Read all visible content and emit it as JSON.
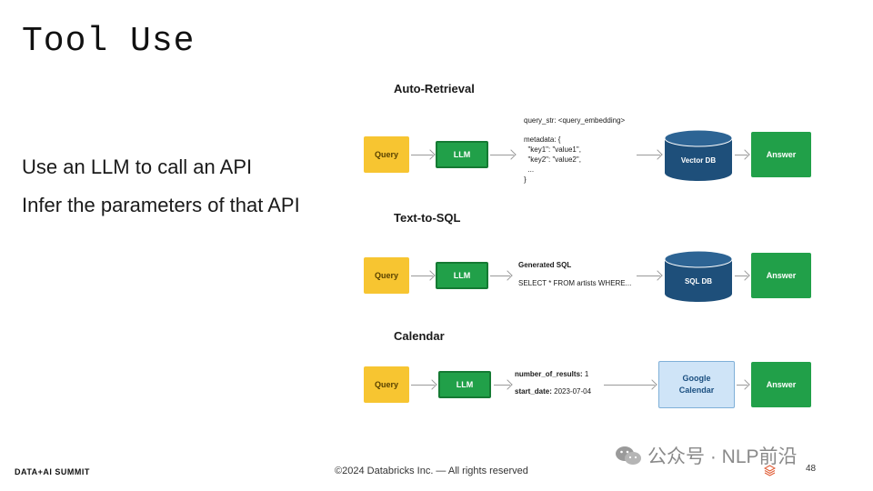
{
  "slide": {
    "title": "Tool Use",
    "bullets": [
      "Use an LLM to call an API",
      "Infer the parameters of that API"
    ]
  },
  "sections": {
    "auto_retrieval": {
      "title": "Auto-Retrieval",
      "query": "Query",
      "llm": "LLM",
      "lines": [
        "query_str: <query_embedding>",
        "metadata: {",
        "  \"key1\": \"value1\",",
        "  \"key2\": \"value2\",",
        "  ...",
        "}"
      ],
      "target": "Vector DB",
      "answer": "Answer"
    },
    "text_to_sql": {
      "title": "Text-to-SQL",
      "query": "Query",
      "llm": "LLM",
      "lines": [
        "Generated SQL",
        "SELECT * FROM artists WHERE..."
      ],
      "target": "SQL DB",
      "answer": "Answer"
    },
    "calendar": {
      "title": "Calendar",
      "query": "Query",
      "llm": "LLM",
      "param1_key": "number_of_results:",
      "param1_val": "1",
      "param2_key": "start_date:",
      "param2_val": "2023-07-04",
      "target_line1": "Google",
      "target_line2": "Calendar",
      "answer": "Answer"
    }
  },
  "footer": {
    "brand": "DATA+AI SUMMIT",
    "copyright": "©2024 Databricks Inc. — All rights reserved",
    "page": "48"
  },
  "watermark": "公众号 · NLP前沿",
  "colors": {
    "query": "#f7c531",
    "llm": "#21a049",
    "answer": "#21a049",
    "db": "#1e4f7a",
    "calendar": "#cfe4f7"
  },
  "icons": [
    "wechat-icon",
    "database-icon",
    "databricks-icon"
  ]
}
